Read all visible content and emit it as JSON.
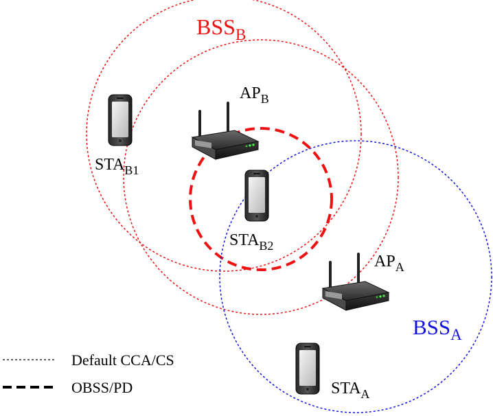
{
  "labels": {
    "bss_b": {
      "base": "BSS",
      "sub": "B"
    },
    "bss_a": {
      "base": "BSS",
      "sub": "A"
    },
    "ap_b": {
      "base": "AP",
      "sub": "B"
    },
    "ap_a": {
      "base": "AP",
      "sub": "A"
    },
    "sta_b1": {
      "base": "STA",
      "sub": "B1"
    },
    "sta_b2": {
      "base": "STA",
      "sub": "B2"
    },
    "sta_a": {
      "base": "STA",
      "sub": "A"
    }
  },
  "legend": {
    "default_cca": "Default CCA/CS",
    "obss_pd": "OBSS/PD"
  },
  "colors": {
    "bss_b": "#ee1111",
    "bss_a": "#1111dd",
    "text": "#000000"
  },
  "icons": {
    "access_point": "wireless-router-icon",
    "station": "smartphone-icon"
  }
}
